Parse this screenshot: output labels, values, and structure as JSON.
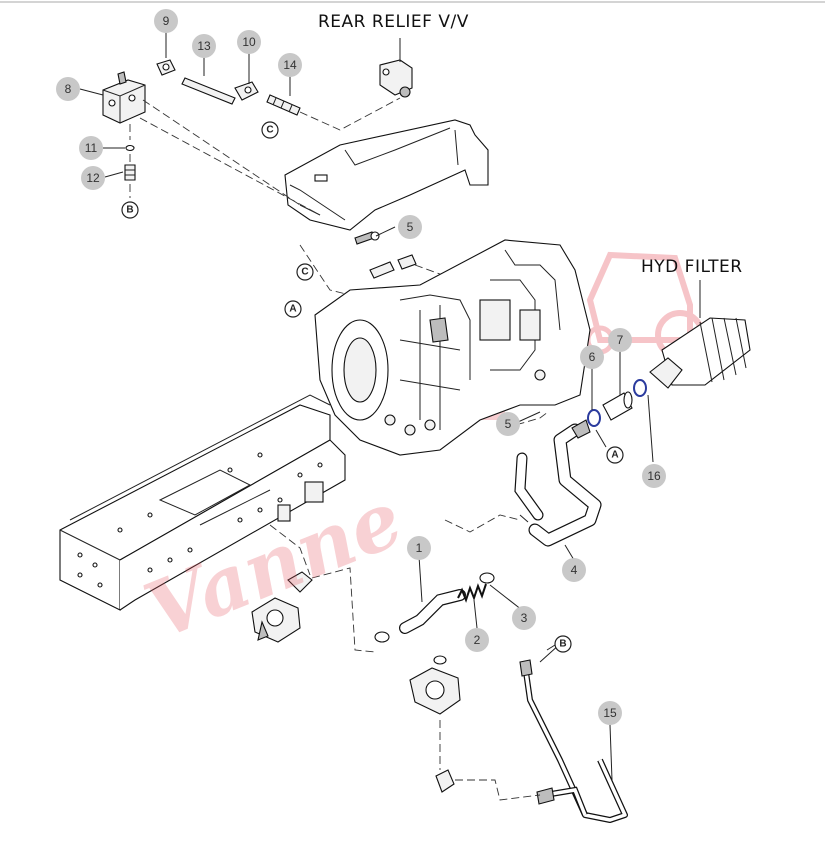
{
  "labels": {
    "rear_relief_valve": "REAR RELIEF V/V",
    "hyd_filter": "HYD FILTER"
  },
  "watermark": "Vanne",
  "callouts": {
    "c1": "1",
    "c2": "2",
    "c3": "3",
    "c4": "4",
    "c5a": "5",
    "c5b": "5",
    "c6": "6",
    "c7": "7",
    "c8": "8",
    "c9": "9",
    "c10": "10",
    "c11": "11",
    "c12": "12",
    "c13": "13",
    "c14": "14",
    "c15": "15",
    "c16": "16"
  },
  "refs": {
    "a1": "A",
    "a2": "A",
    "b1": "B",
    "b2": "B",
    "c1": "C",
    "c2": "C"
  },
  "colors": {
    "callout_fill": "#c8c8c8",
    "line": "#222222",
    "watermark": "#e65a64"
  }
}
